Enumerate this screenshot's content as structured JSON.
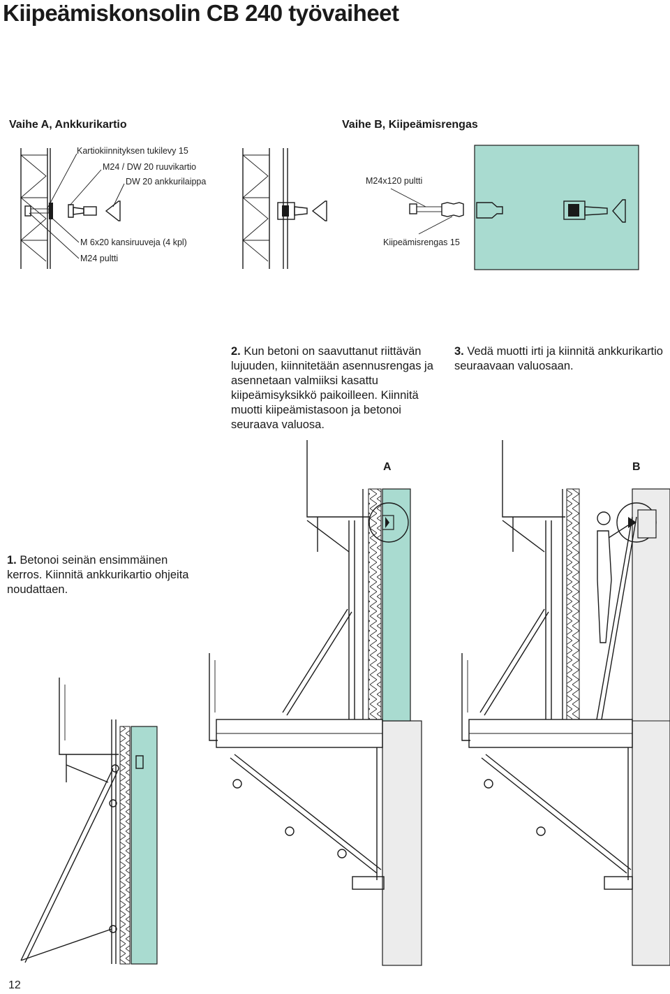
{
  "page": {
    "title": "Kiipeämiskonsolin CB 240 työvaiheet",
    "page_number": "12"
  },
  "phase_a": {
    "heading": "Vaihe A, Ankkurikartio",
    "labels": {
      "tukilevy": "Kartiokiinnityksen tukilevy 15",
      "ruuvikartio": "M24 / DW 20 ruuvikartio",
      "ankkurilaippa": "DW 20 ankkurilaippa",
      "kansiruuveja": "M 6x20 kansiruuveja (4 kpl)",
      "pultti": "M24 pultti"
    }
  },
  "phase_b": {
    "heading": "Vaihe B, Kiipeämisrengas",
    "labels": {
      "pultti": "M24x120 pultti",
      "rengas": "Kiipeämisrengas 15"
    }
  },
  "steps": [
    {
      "number": "1.",
      "text": "Betonoi seinän ensimmäinen kerros. Kiinnitä ankkurikartio ohjeita noudattaen."
    },
    {
      "number": "2.",
      "text": "Kun betoni on saavuttanut riittävän lujuuden, kiinnitetään asennusrengas ja asennetaan valmiiksi kasattu kiipeämisyksikkö paikoilleen. Kiinnitä muotti kiipeämistasoon ja betonoi seuraava valuosa."
    },
    {
      "number": "3.",
      "text": "Vedä muotti irti ja kiinnitä ankkurikartio seuraavaan valuosaan."
    }
  ],
  "markers": {
    "a": "A",
    "b": "B"
  },
  "colors": {
    "concrete_fresh": "#a9dbd0",
    "existing_wall": "#ececec",
    "line": "#1a1a1a"
  }
}
